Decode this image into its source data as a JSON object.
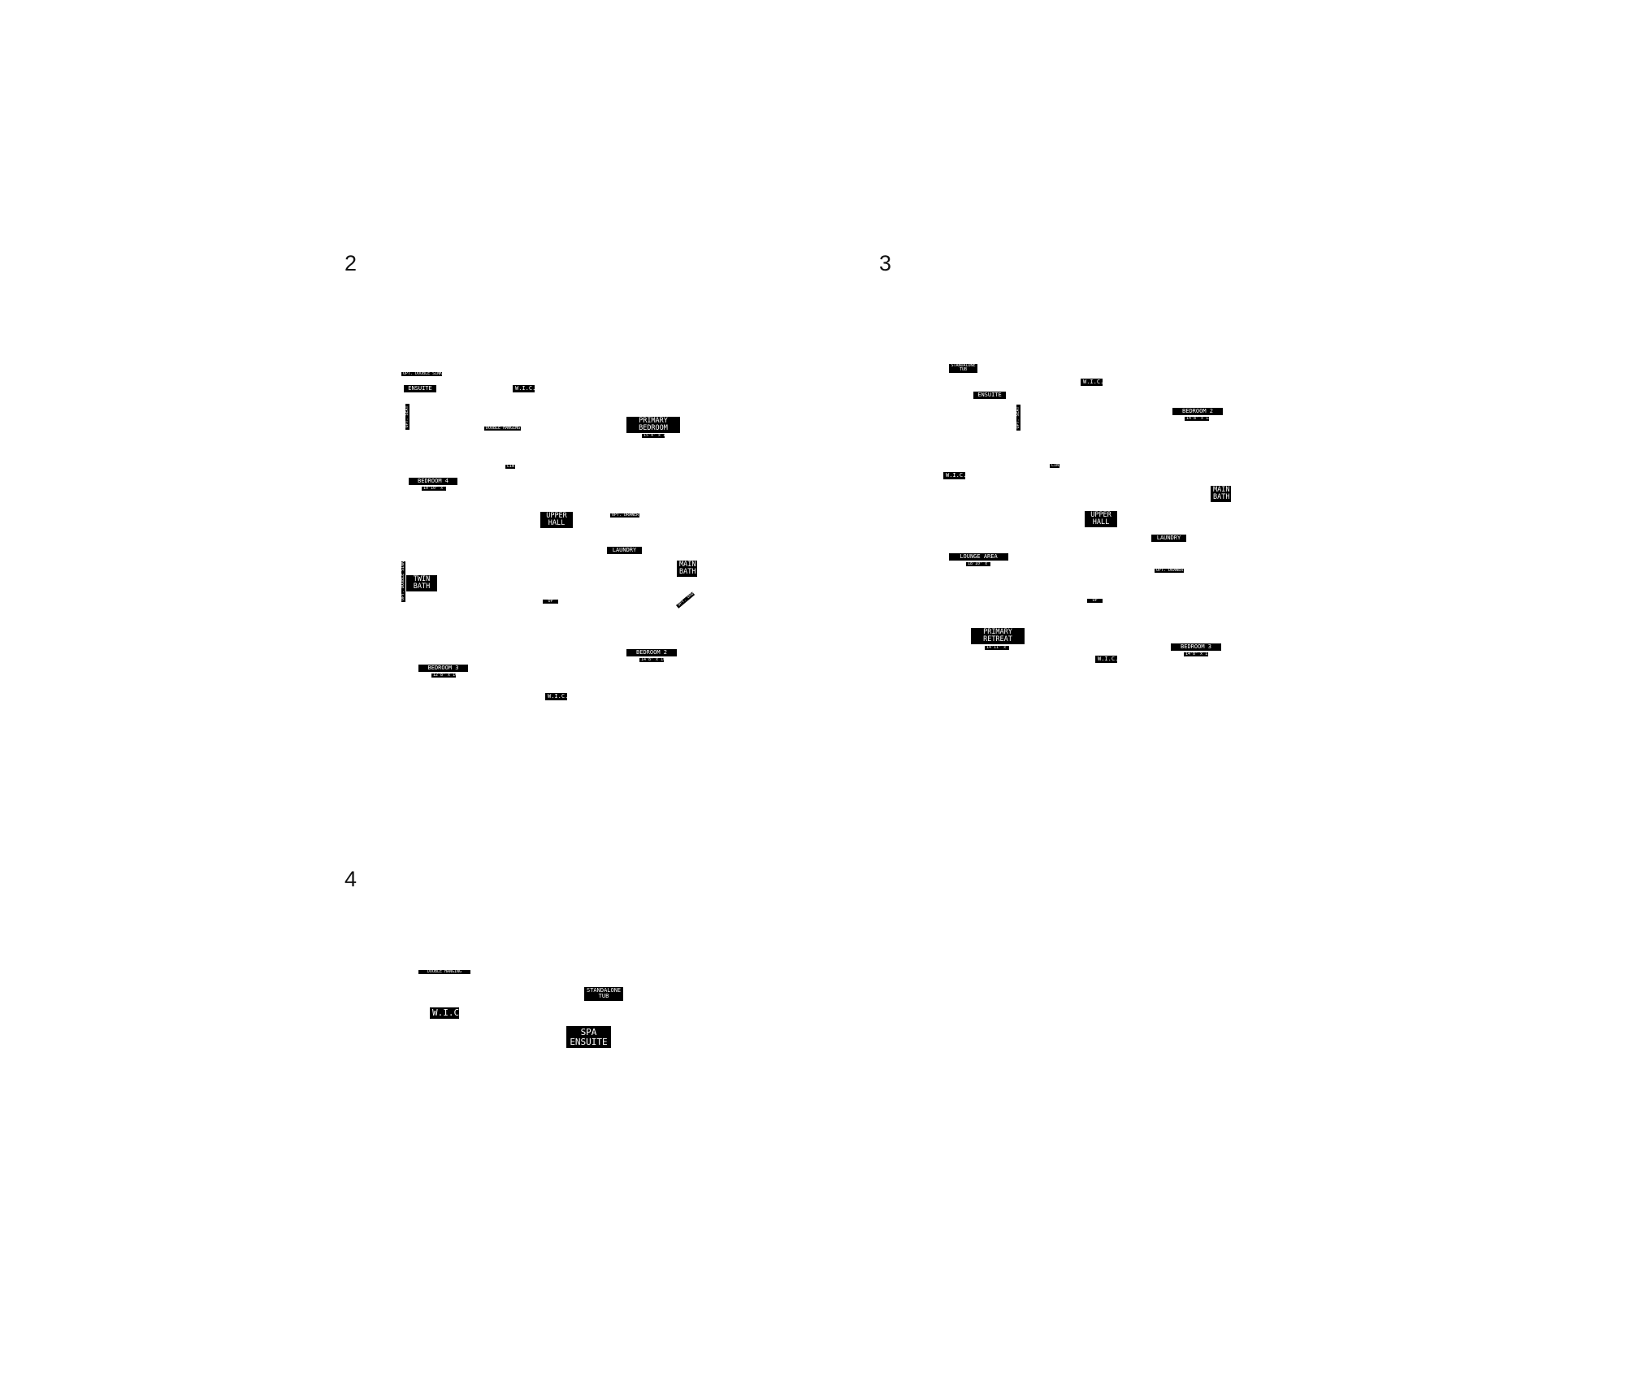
{
  "panels": [
    {
      "number": "2",
      "labels": {
        "opt_double_sinks": "OPT. DOUBLE SINKS",
        "ensuite": "ENSUITE",
        "wic_a": "W.I.C.",
        "side_a": "OPT. SEAT",
        "double_hanging": "DOUBLE HANGING",
        "primary_bedroom": "PRIMARY\nBEDROOM",
        "primary_bedroom_dim": "15'4\" x 13'8\"",
        "lin": "LIN",
        "bedroom4": "BEDROOM 4",
        "bedroom4_dim": "10'10\" x 10'8\"",
        "upper_hall": "UPPER\nHALL",
        "opt_drawer": "OPT. DRAWER",
        "laundry": "LAUNDRY",
        "opt_double_sink": "OPT. DOUBLE SINK",
        "twin_bath": "TWIN\nBATH",
        "main_bath": "MAIN\nBATH",
        "up": "UP",
        "opt_door": "OPT. DOOR",
        "bedroom2": "BEDROOM 2",
        "bedroom2_dim": "14'8\" x 10'3\"",
        "bedroom3": "BEDROOM 3",
        "bedroom3_dim": "12'8\" x 10'8\"",
        "wic_b": "W.I.C."
      }
    },
    {
      "number": "3",
      "labels": {
        "standalone_tub": "STANDALONE\nTUB",
        "wic_a": "W.I.C.",
        "ensuite": "ENSUITE",
        "side_a": "OPT. SEAT",
        "bedroom2": "BEDROOM 2",
        "bedroom2_dim": "14'8\" x 12'0\"",
        "lin": "LIN",
        "wic_b": "W.I.C.",
        "main_bath": "MAIN\nBATH",
        "upper_hall": "UPPER\nHALL",
        "laundry": "LAUNDRY",
        "lounge_area": "LOUNGE AREA",
        "lounge_area_dim": "18'10\" x 7'8\"",
        "opt_drawer": "OPT. DRAWER",
        "up": "UP",
        "primary_retreat": "PRIMARY\nRETREAT",
        "primary_retreat_dim": "14'11\" x 13'8\"",
        "wic_c": "W.I.C.",
        "bedroom3": "BEDROOM 3",
        "bedroom3_dim": "14'8\" x 11'10\""
      }
    },
    {
      "number": "4",
      "labels": {
        "double_hanging": "DOUBLE HANGING",
        "standalone_tub": "STANDALONE\nTUB",
        "wic": "W.I.C.",
        "spa_ensuite": "SPA\nENSUITE"
      }
    }
  ]
}
